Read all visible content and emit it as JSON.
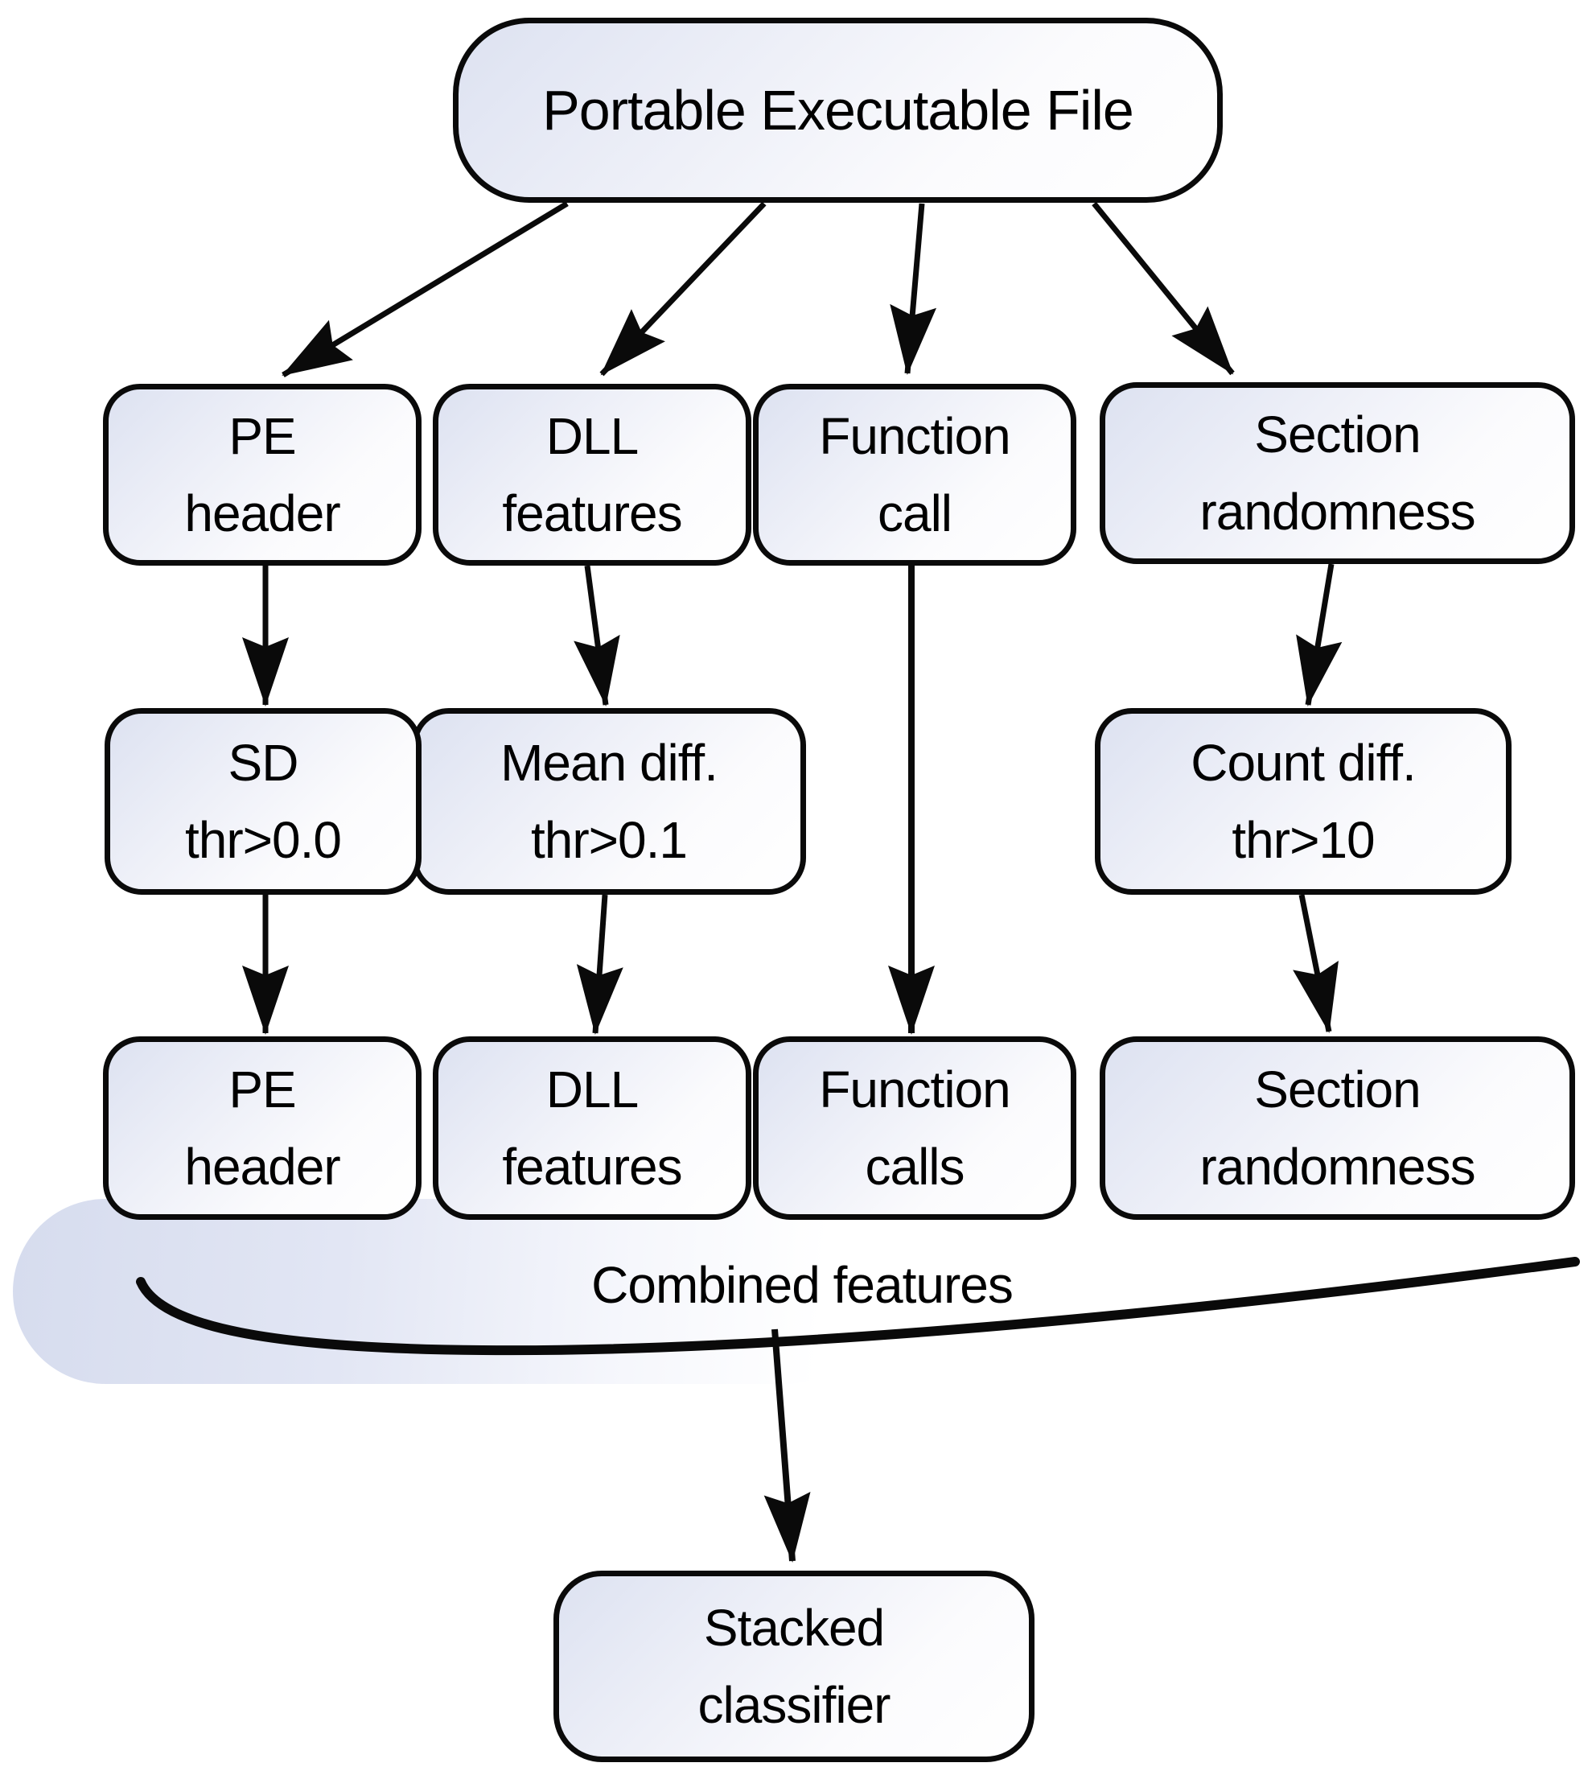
{
  "diagram": {
    "nodes": {
      "pe_file": {
        "label": "Portable Executable File"
      },
      "extract_pe_header": {
        "line1": "PE",
        "line2": "header"
      },
      "extract_dll_features": {
        "line1": "DLL",
        "line2": "features"
      },
      "extract_function_call": {
        "line1": "Function",
        "line2": "call"
      },
      "extract_section_randomness": {
        "line1": "Section",
        "line2": "randomness"
      },
      "select_sd": {
        "line1": "SD",
        "line2": "thr>0.0"
      },
      "select_mean_diff": {
        "line1": "Mean diff.",
        "line2": "thr>0.1"
      },
      "select_count_diff": {
        "line1": "Count diff.",
        "line2": "thr>10"
      },
      "final_pe_header": {
        "line1": "PE",
        "line2": "header"
      },
      "final_dll_features": {
        "line1": "DLL",
        "line2": "features"
      },
      "final_function_calls": {
        "line1": "Function",
        "line2": "calls"
      },
      "final_section_randomness": {
        "line1": "Section",
        "line2": "randomness"
      },
      "stacked_classifier": {
        "line1": "Stacked",
        "line2": "classifier"
      }
    },
    "labels": {
      "combined_features": "Combined features"
    },
    "colors": {
      "line": "#0a0a0a",
      "box_fill_start": "#dde2f1",
      "box_fill_end": "#ffffff",
      "halo_fill": "#d6dcee"
    }
  }
}
